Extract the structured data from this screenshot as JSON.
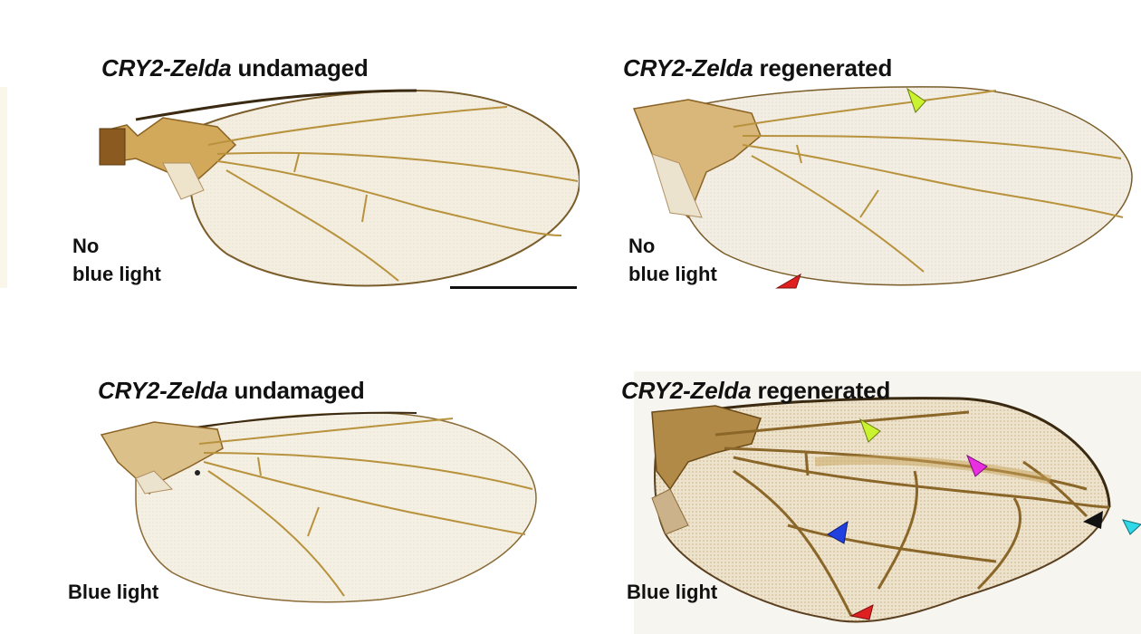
{
  "figure": {
    "panels": [
      {
        "id": "top-left",
        "genotype": "CRY2-Zelda",
        "condition": "undamaged",
        "light_lines": [
          "No",
          "blue light"
        ],
        "arrowheads": []
      },
      {
        "id": "top-right",
        "genotype": "CRY2-Zelda",
        "condition": "regenerated",
        "light_lines": [
          "No",
          "blue light"
        ],
        "arrowheads": [
          {
            "color": "#c9f230"
          },
          {
            "color": "#e02020"
          }
        ]
      },
      {
        "id": "bottom-left",
        "genotype": "CRY2-Zelda",
        "condition": "undamaged",
        "light_lines": [
          "Blue light"
        ],
        "arrowheads": []
      },
      {
        "id": "bottom-right",
        "genotype": "CRY2-Zelda",
        "condition": "regenerated",
        "light_lines": [
          "Blue light"
        ],
        "arrowheads": [
          {
            "color": "#c9f230"
          },
          {
            "color": "#e830e0"
          },
          {
            "color": "#2040e0"
          },
          {
            "color": "#111111"
          },
          {
            "color": "#30d8e8"
          },
          {
            "color": "#e02020"
          }
        ]
      }
    ],
    "scale_bar": true,
    "colors": {
      "vein": "#b8923c",
      "membrane": "#f1ecdd",
      "hinge": "#c89a48"
    }
  }
}
